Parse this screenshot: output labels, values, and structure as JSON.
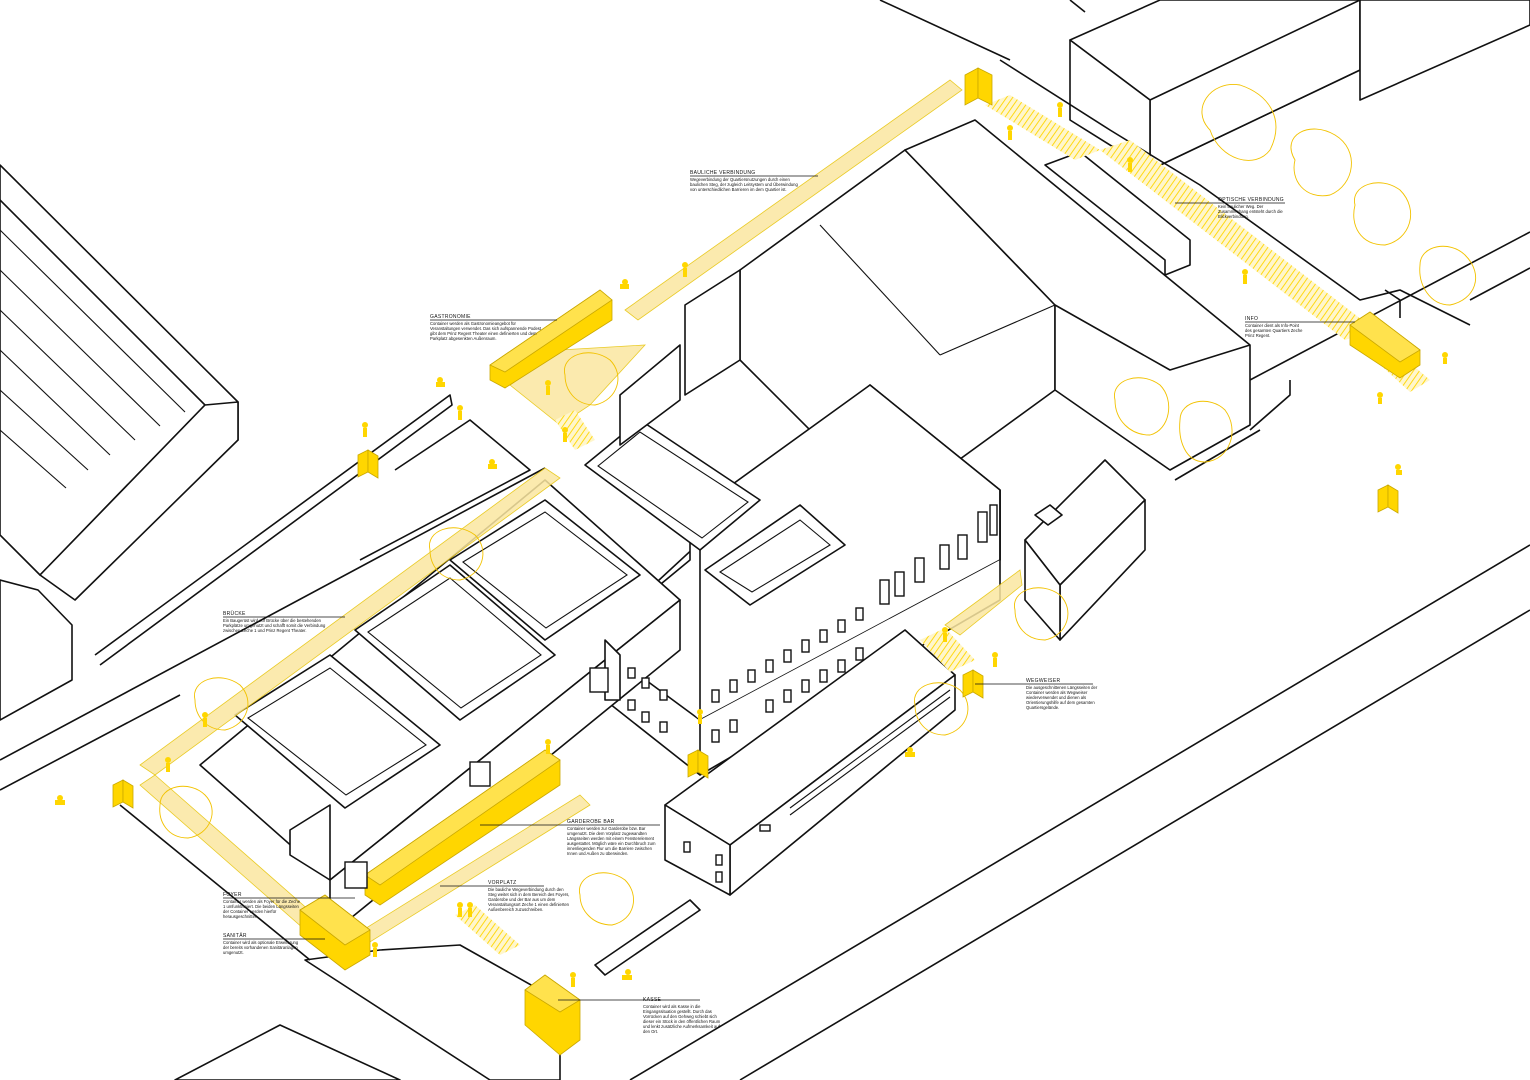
{
  "colors": {
    "accent": "#ffd600",
    "line": "#111111",
    "background": "#ffffff"
  },
  "annotations": [
    {
      "id": "bauliche-verbindung",
      "heading": "BAULICHE VERBINDUNG",
      "body": "Wegeverbindung der Quartiersnutzungen durch einen baulichen Steg, der zugleich Leitsystem und Überwindung von unterschiedlichen Barrieren im dem Quartier ist."
    },
    {
      "id": "optische-verbindung",
      "heading": "OPTISCHE VERBINDUNG",
      "body": "Kein baulicher Weg. Der Zusammenhang entsteht durch die Blickverbindung."
    },
    {
      "id": "gastronomie",
      "heading": "GASTRONOMIE",
      "body": "Container werden als Gastronomieangebot für Veranstaltungen verwendet. Das sich aufspannende Podest gibt dem Prinz Regent Theater einen definierten und dem Parkplatz abgesenkten Außenraum."
    },
    {
      "id": "info",
      "heading": "INFO",
      "body": "Container dient als Info-Point des gesamten Quartiers Zeche Prinz Regent."
    },
    {
      "id": "bruecke",
      "heading": "BRÜCKE",
      "body": "Ein Baugerüst wird zur Brücke über die bestehenden Parkplätze umgenutzt und schafft somit die Verbindung zwischen Zeche 1 und Prinz Regent Theater."
    },
    {
      "id": "wegweiser",
      "heading": "WEGWEISER",
      "body": "Die ausgeschnittenen Längsseiten der Container werden als Wegweiser wiederverwendet und dienen als Orientierungshilfe auf dem gesamten Quartiersgelände."
    },
    {
      "id": "garderobe-bar",
      "heading": "GARDEROBE BAR",
      "body": "Container werden zur Garderobe bzw. Bar umgenutzt. Die dem Vorplatz zugewandten Längsseiten werden mit einem Fensterelement ausgestattet. Möglich wäre ein Durchbruch zum innenliegenden Flur um die Barriere zwischen Innen und Außen zu überwinden."
    },
    {
      "id": "vorplatz",
      "heading": "VORPLATZ",
      "body": "Die bauliche Wegeverbindung durch den Steg weitet sich in dem Bereich des Foyers, Garderobe und der Bar aus um dem Veranstaltungsort Zeche 1 einen definierten Außenbereich zuzuschreiben."
    },
    {
      "id": "foyer",
      "heading": "FOYER",
      "body": "Container werden als Foyer für die Zeche 1 umfunktioniert. Die beiden Längsseiten der Container werden hierfür herausgeschnitten."
    },
    {
      "id": "sanitaer",
      "heading": "SANITÄR",
      "body": "Container wird als optionale Erweiterung der bereits vorhandenen Sanitäranlagen umgenutzt."
    },
    {
      "id": "kasse",
      "heading": "KASSE",
      "body": "Container wird als Kasse in die Eingangssituation gestellt. Durch das Vorrücken auf den Gehweg schiebt sich dieser ein Stück in den öffentlichen Raum und lenkt zusätzliche Aufmerksamkeit auf den Ort."
    }
  ]
}
